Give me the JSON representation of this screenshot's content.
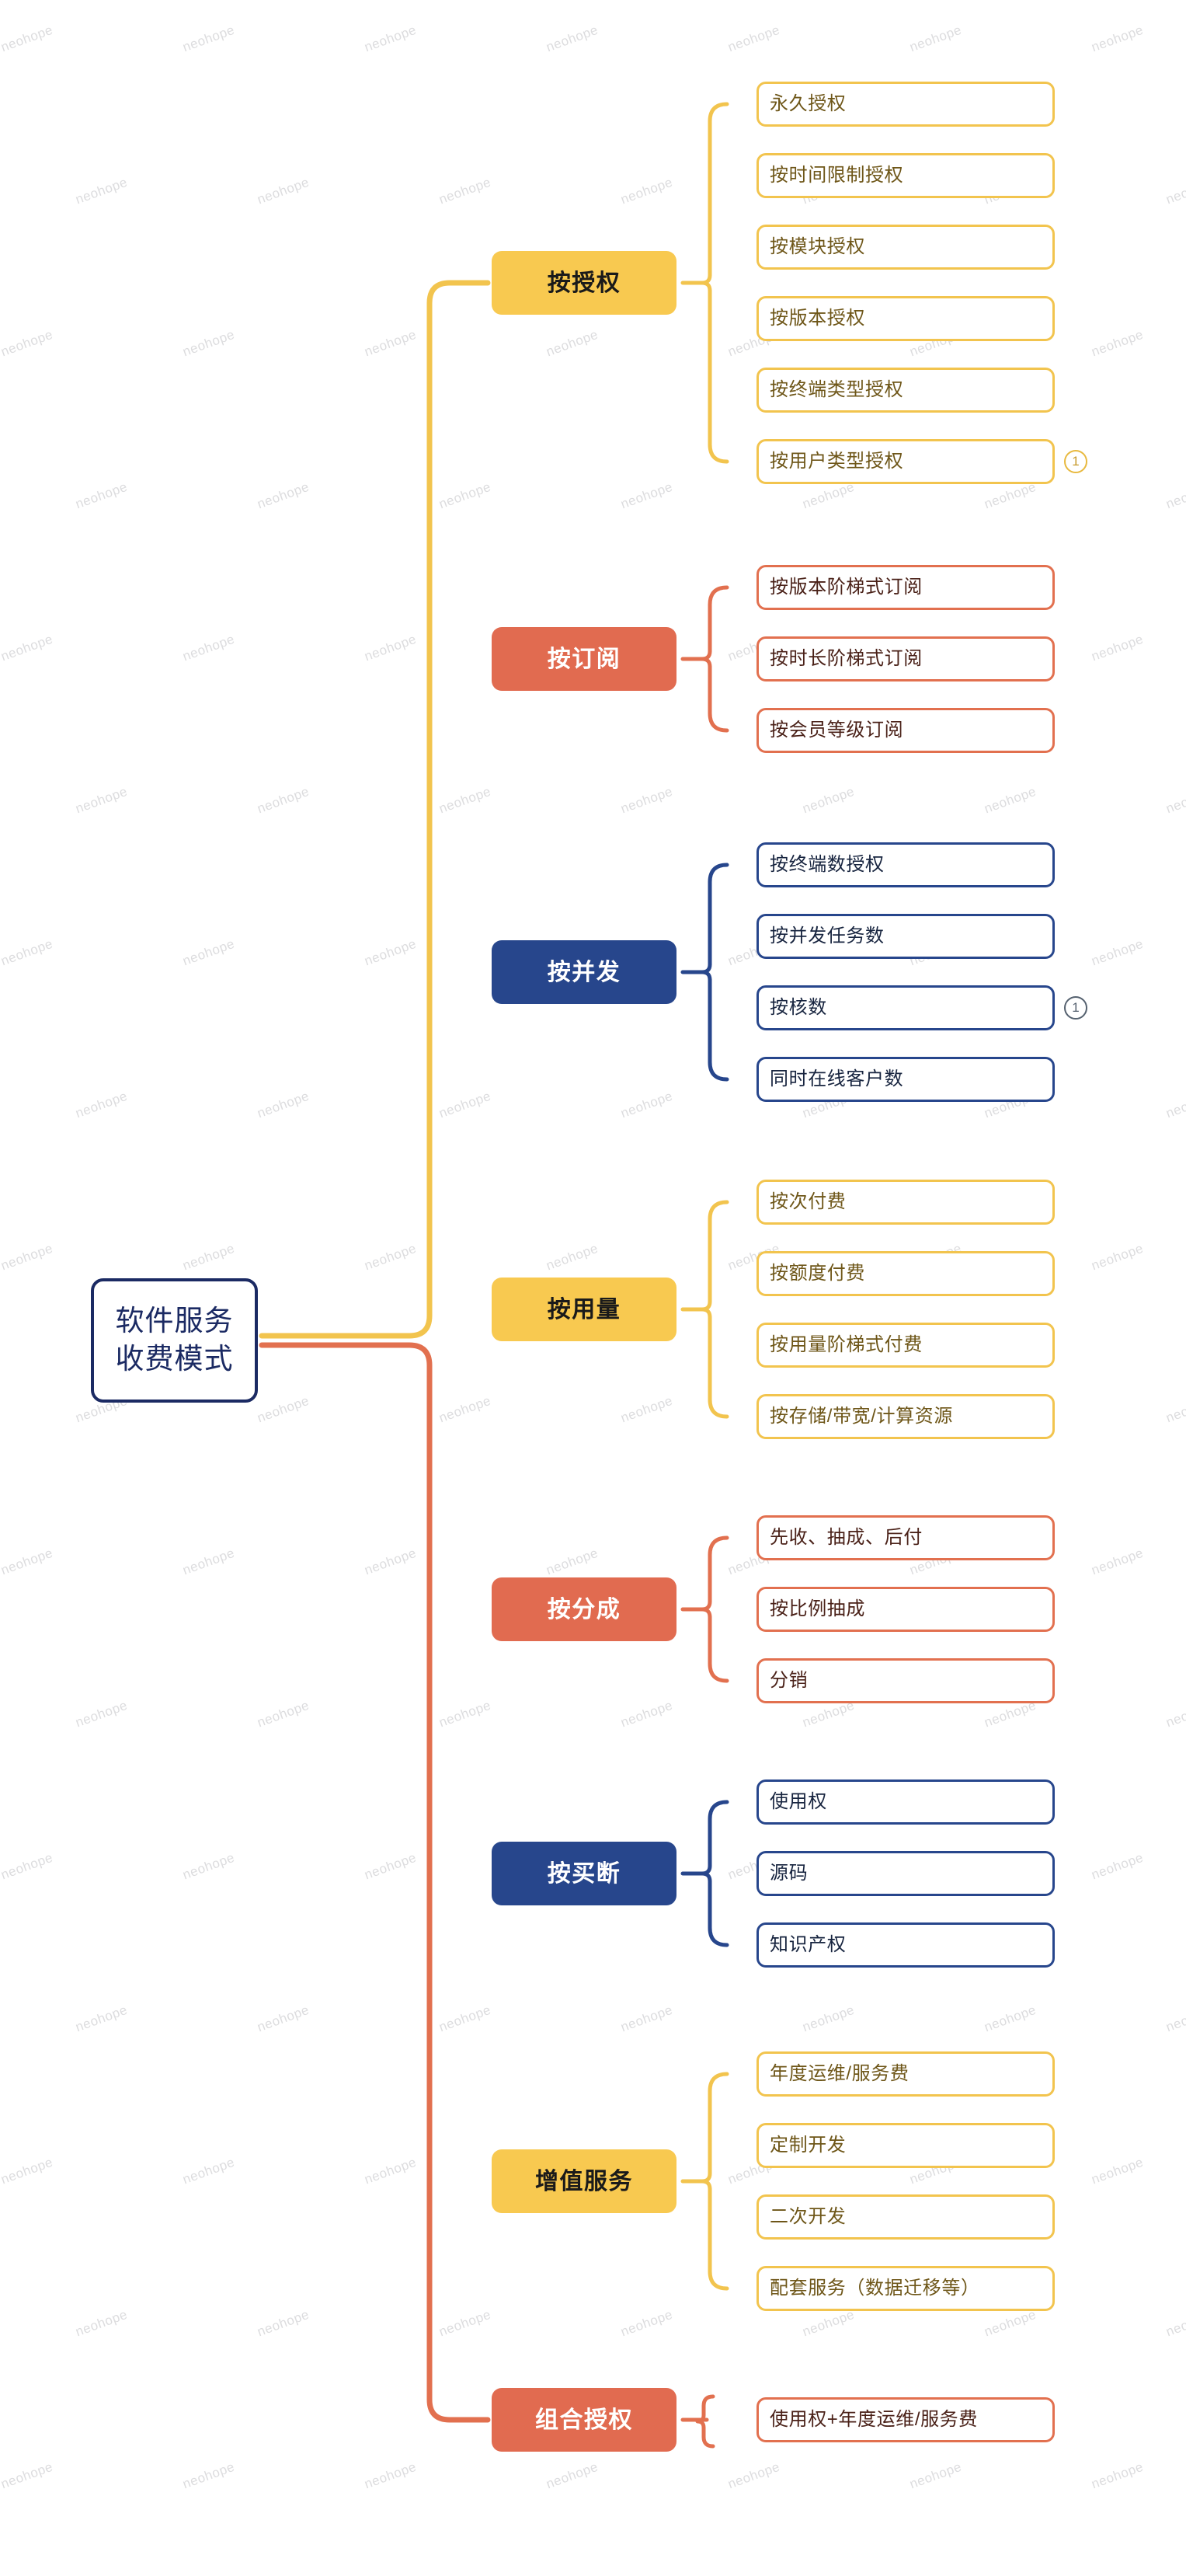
{
  "diagram": {
    "title": "软件服务收费模式",
    "type": "mindmap",
    "watermark_text": "neohope",
    "colors": {
      "root_border": "#1B2A63",
      "root_text": "#1B2A63",
      "amber": "#F8C950",
      "amber_line": "#F2C44E",
      "amber_leaf_text": "#6E5618",
      "coral": "#E16B50",
      "coral_line": "#E2704F",
      "coral_leaf_text": "#4A2118",
      "navy": "#27468C",
      "navy_line": "#27468C",
      "navy_leaf_text": "#17243F",
      "canvas": "#FFFFFF"
    },
    "root": {
      "label_line1": "软件服务",
      "label_line2": "收费模式"
    },
    "branches": [
      {
        "label": "按授权",
        "theme": "amber",
        "children": [
          {
            "label": "永久授权",
            "badge": null
          },
          {
            "label": "按时间限制授权",
            "badge": null
          },
          {
            "label": "按模块授权",
            "badge": null
          },
          {
            "label": "按版本授权",
            "badge": null
          },
          {
            "label": "按终端类型授权",
            "badge": null
          },
          {
            "label": "按用户类型授权",
            "badge": "1"
          }
        ]
      },
      {
        "label": "按订阅",
        "theme": "coral",
        "children": [
          {
            "label": "按版本阶梯式订阅",
            "badge": null
          },
          {
            "label": "按时长阶梯式订阅",
            "badge": null
          },
          {
            "label": "按会员等级订阅",
            "badge": null
          }
        ]
      },
      {
        "label": "按并发",
        "theme": "navy",
        "children": [
          {
            "label": "按终端数授权",
            "badge": null
          },
          {
            "label": "按并发任务数",
            "badge": null
          },
          {
            "label": "按核数",
            "badge": "1"
          },
          {
            "label": "同时在线客户数",
            "badge": null
          }
        ]
      },
      {
        "label": "按用量",
        "theme": "amber",
        "children": [
          {
            "label": "按次付费",
            "badge": null
          },
          {
            "label": "按额度付费",
            "badge": null
          },
          {
            "label": "按用量阶梯式付费",
            "badge": null
          },
          {
            "label": "按存储/带宽/计算资源",
            "badge": null
          }
        ]
      },
      {
        "label": "按分成",
        "theme": "coral",
        "children": [
          {
            "label": "先收、抽成、后付",
            "badge": null
          },
          {
            "label": "按比例抽成",
            "badge": null
          },
          {
            "label": "分销",
            "badge": null
          }
        ]
      },
      {
        "label": "按买断",
        "theme": "navy",
        "children": [
          {
            "label": "使用权",
            "badge": null
          },
          {
            "label": "源码",
            "badge": null
          },
          {
            "label": "知识产权",
            "badge": null
          }
        ]
      },
      {
        "label": "增值服务",
        "theme": "amber",
        "children": [
          {
            "label": "年度运维/服务费",
            "badge": null
          },
          {
            "label": "定制开发",
            "badge": null
          },
          {
            "label": "二次开发",
            "badge": null
          },
          {
            "label": "配套服务（数据迁移等）",
            "badge": null
          }
        ]
      },
      {
        "label": "组合授权",
        "theme": "coral",
        "children": [
          {
            "label": "使用权+年度运维/服务费",
            "badge": null
          }
        ]
      }
    ]
  }
}
